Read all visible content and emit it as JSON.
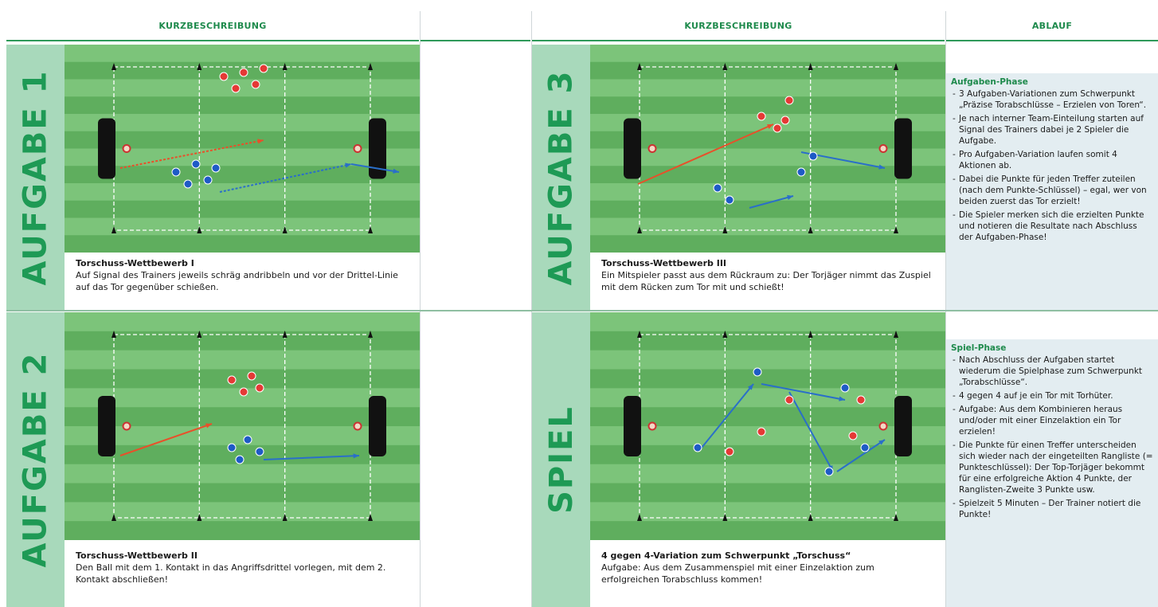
{
  "headers": {
    "left_col": "KURZBESCHREIBUNG",
    "right_col": "KURZBESCHREIBUNG",
    "ablauf": "ABLAUF"
  },
  "tasks": [
    {
      "side": "AUFGABE 1",
      "title": "Torschuss-Wettbewerb I",
      "text": "Auf Signal des Trainers jeweils schräg andribbeln und vor der Drittel-Linie auf das Tor gegenüber schießen."
    },
    {
      "side": "AUFGABE 2",
      "title": "Torschuss-Wettbewerb II",
      "text": "Den Ball mit dem 1. Kontakt in das Angriffsdrittel vorlegen, mit dem 2. Kontakt abschließen!"
    },
    {
      "side": "AUFGABE 3",
      "title": "Torschuss-Wettbewerb III",
      "text": "Ein Mitspieler passt aus dem Rückraum zu: Der Torjäger nimmt das Zuspiel mit dem Rücken zum Tor mit und schießt!"
    },
    {
      "side": "SPIEL",
      "title": "4 gegen 4-Variation zum Schwerpunkt „Torschuss“",
      "text": "Aufgabe: Aus dem Zusammenspiel mit einer Einzelaktion zum erfolgreichen Torabschluss kommen!"
    }
  ],
  "ablauf": {
    "phase1": {
      "title": "Aufgaben-Phase",
      "items": [
        "3 Aufgaben-Variationen zum Schwerpunkt „Präzise Torabschlüsse – Erzielen von Toren“.",
        "Je nach interner Team-Einteilung starten auf Signal des Trainers dabei je 2 Spieler die Aufgabe.",
        "Pro Aufgaben-Variation laufen somit 4 Aktionen ab.",
        "Dabei die Punkte für jeden Treffer zuteilen (nach dem Punkte-Schlüssel) – egal, wer von beiden zuerst das Tor erzielt!",
        "Die Spieler merken sich die erzielten Punkte und notieren die Resultate nach Abschluss der Aufgaben-Phase!"
      ]
    },
    "phase2": {
      "title": "Spiel-Phase",
      "items": [
        "Nach Abschluss der Aufgaben startet wiederum die Spielphase zum Schwerpunkt „Torabschlüsse“.",
        "4 gegen 4 auf je ein Tor mit Torhüter.",
        "Aufgabe: Aus dem Kombinieren heraus und/oder mit einer Einzelaktion ein Tor erzielen!",
        "Die Punkte für einen Treffer unterscheiden sich wieder nach der eingeteilten Rangliste (= Punkteschlüssel): Der Top-Torjäger bekommt für eine erfolgreiche Aktion 4 Punkte, der Ranglisten-Zweite 3 Punkte usw.",
        "Spielzeit 5 Minuten – Der Trainer notiert die Punkte!"
      ]
    }
  },
  "colors": {
    "accent": "#1e9a55",
    "side_bg": "#a8d9bb",
    "field_light": "#7cc47a",
    "field_dark": "#5fae5e",
    "red_arrow": "#e8502a",
    "blue_arrow": "#2a6fc9",
    "ablauf_bg": "#e3edf1"
  }
}
